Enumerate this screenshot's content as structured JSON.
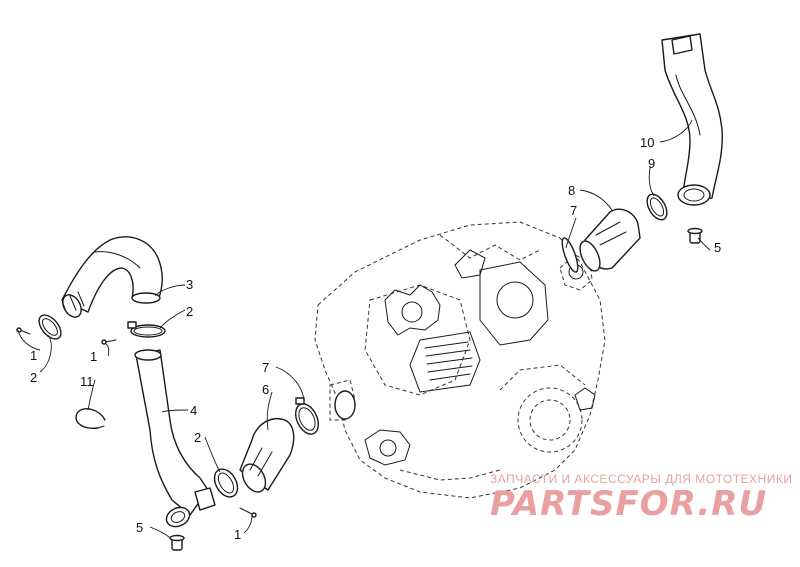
{
  "diagram": {
    "callouts": [
      "1",
      "2",
      "3",
      "4",
      "5",
      "6",
      "7",
      "8",
      "9",
      "10",
      "11"
    ]
  },
  "watermark": {
    "tagline": "ЗАПЧАСТИ И АКСЕССУАРЫ ДЛЯ МОТОТЕХНИКИ",
    "brand": "PARTSFOR.RU",
    "color": "#e8a0a0"
  },
  "colors": {
    "line": "#1a1a1a",
    "background": "#ffffff"
  }
}
